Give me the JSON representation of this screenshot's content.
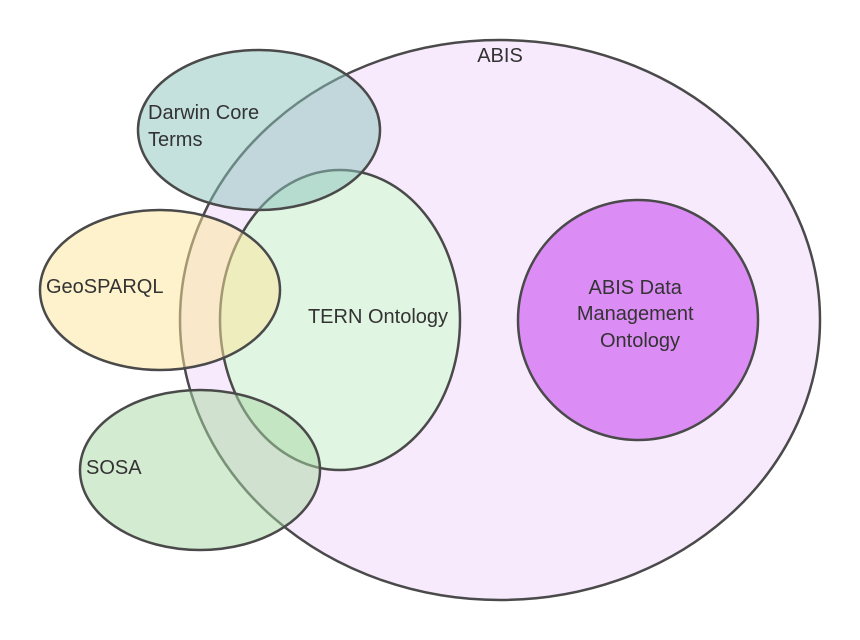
{
  "diagram": {
    "outline_color": "#4a4a4a",
    "sets": [
      {
        "id": "abis",
        "lines": [
          "ABIS"
        ],
        "fill": "#f8eafd",
        "fill_opacity": 1
      },
      {
        "id": "abis-data-management-ontology",
        "lines": [
          "ABIS Data",
          "Management",
          "Ontology"
        ],
        "fill": "#dc8cf5",
        "fill_opacity": 1
      },
      {
        "id": "tern-ontology",
        "lines": [
          "TERN Ontology"
        ],
        "fill": "#d7f9d7",
        "fill_opacity": 0.7
      },
      {
        "id": "darwin-core-terms",
        "lines": [
          "Darwin Core",
          "Terms"
        ],
        "fill": "#8cc4bb",
        "fill_opacity": 0.5
      },
      {
        "id": "geosparql",
        "lines": [
          "GeoSPARQL"
        ],
        "fill": "#fce59a",
        "fill_opacity": 0.5
      },
      {
        "id": "sosa",
        "lines": [
          "SOSA"
        ],
        "fill": "#a8d8a4",
        "fill_opacity": 0.5
      }
    ]
  }
}
